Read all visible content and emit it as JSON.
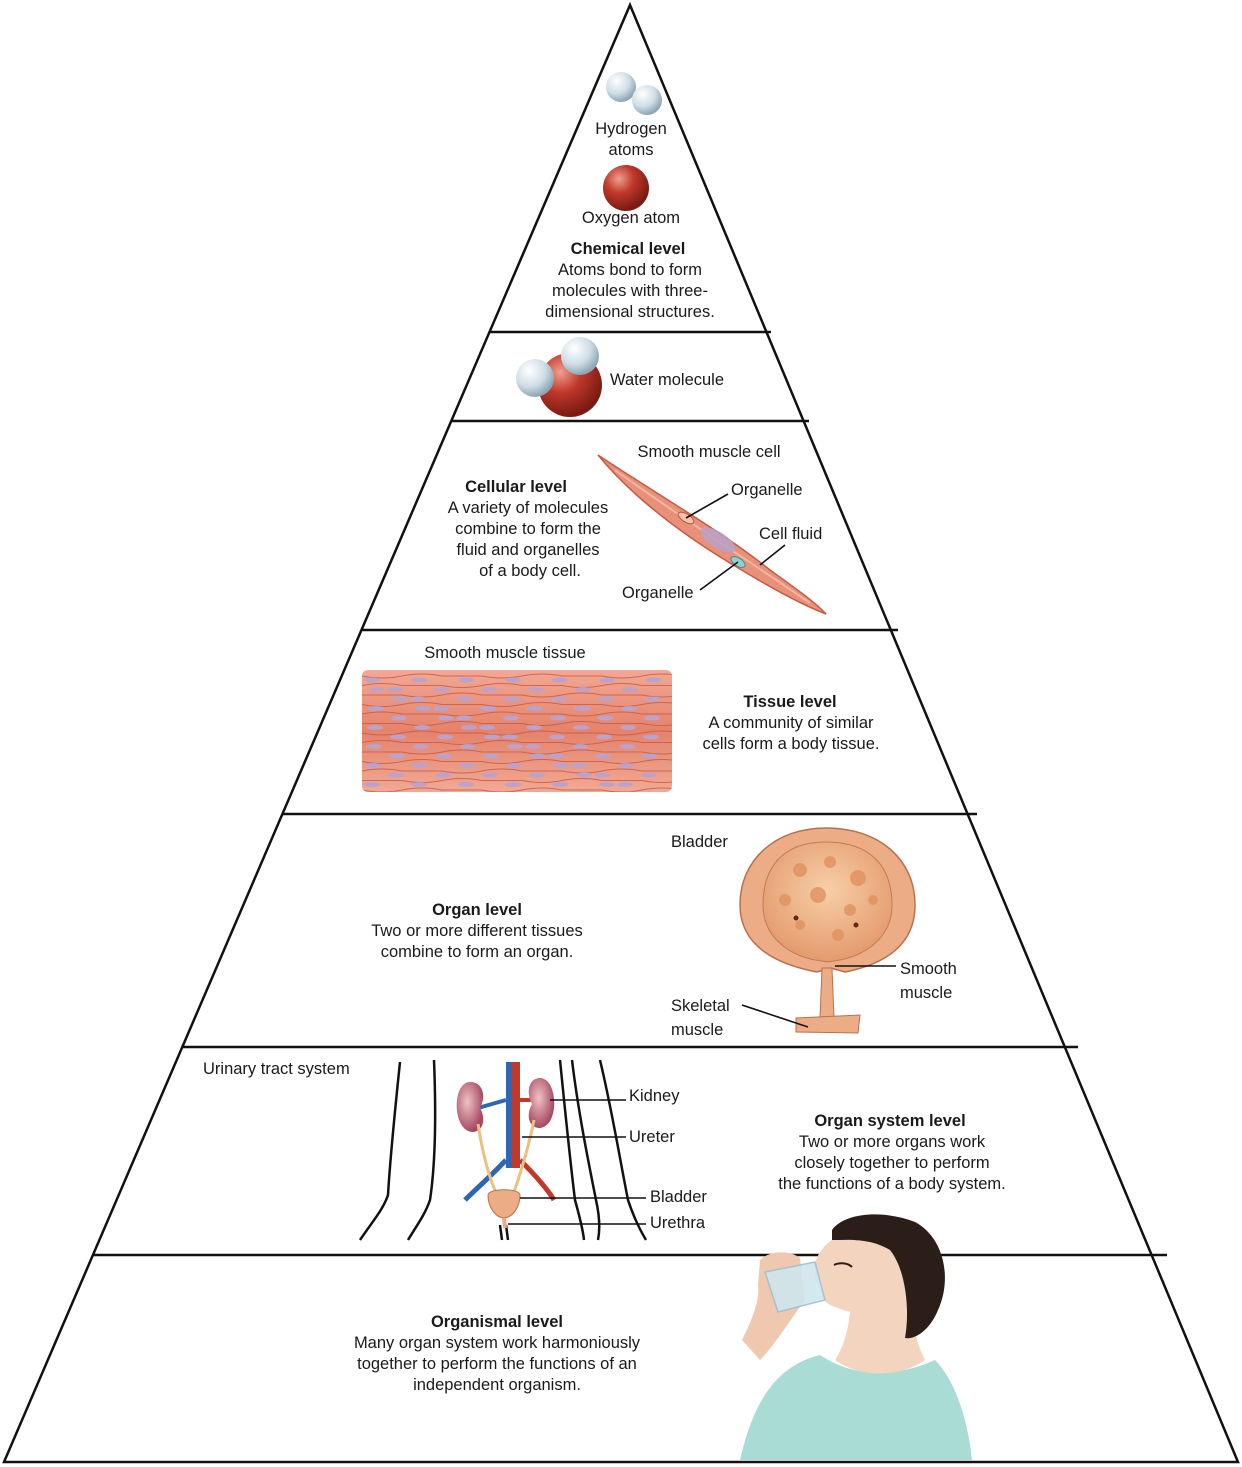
{
  "chemical": {
    "hydrogen_label": [
      "Hydrogen",
      "atoms"
    ],
    "oxygen_label": "Oxygen atom",
    "title": "Chemical level",
    "description": [
      "Atoms bond to form",
      "molecules with three-",
      "dimensional structures."
    ]
  },
  "molecule": {
    "label": "Water molecule"
  },
  "cellular": {
    "title": "Cellular level",
    "description": [
      "A variety of molecules",
      "combine to form the",
      "fluid and organelles",
      "of a body cell."
    ],
    "cell_label": "Smooth muscle cell",
    "organelle_top": "Organelle",
    "cell_fluid": "Cell fluid",
    "organelle_bottom": "Organelle"
  },
  "tissue": {
    "image_label": "Smooth muscle tissue",
    "title": "Tissue level",
    "description": [
      "A community of similar",
      "cells form a body tissue."
    ]
  },
  "organ": {
    "title": "Organ level",
    "description": [
      "Two or more different tissues",
      "combine to form an organ."
    ],
    "bladder_label": "Bladder",
    "smooth_muscle_label": [
      "Smooth",
      "muscle"
    ],
    "skeletal_muscle_label": [
      "Skeletal",
      "muscle"
    ]
  },
  "organ_system": {
    "image_label": "Urinary tract system",
    "kidney": "Kidney",
    "ureter": "Ureter",
    "bladder": "Bladder",
    "urethra": "Urethra",
    "title": "Organ system level",
    "description": [
      "Two or more organs work",
      "closely together to perform",
      "the functions of a body system."
    ]
  },
  "organismal": {
    "title": "Organismal level",
    "description": [
      "Many organ system work harmoniously",
      "together to perform the functions of an",
      "independent organism."
    ]
  },
  "colors": {
    "outline": "#111111",
    "oxygen": "#c0392b",
    "hydrogen": "#cfdde6",
    "muscle": "#e8917a",
    "artery": "#c0392b",
    "vein": "#2f66b3",
    "skin": "#f3d4bf",
    "hair": "#2b1d18",
    "shirt": "#a9dcd5"
  }
}
